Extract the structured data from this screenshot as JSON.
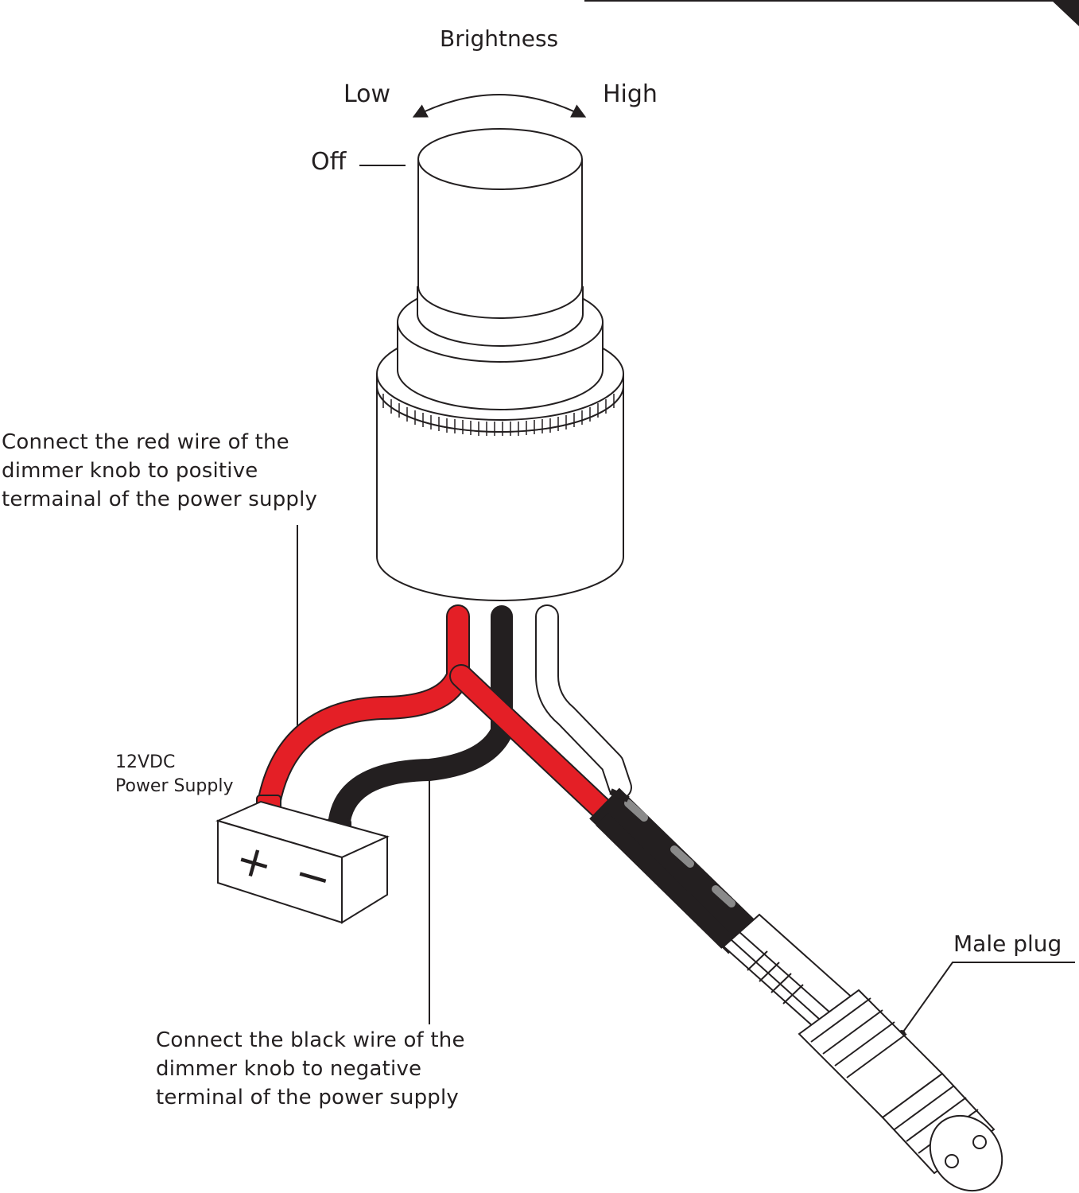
{
  "diagram": {
    "brightness": "Brightness",
    "low": "Low",
    "high": "High",
    "off": "Off",
    "red_note": [
      "Connect the red wire of the",
      "dimmer knob to positive",
      "termainal of the power supply"
    ],
    "power_supply": [
      "12VDC",
      "Power Supply"
    ],
    "black_note": [
      "Connect the black wire of the",
      "dimmer knob to negative",
      "terminal of the power supply"
    ],
    "male_plug": "Male plug",
    "plus_symbol": "+",
    "minus_symbol": "−"
  },
  "colors": {
    "red_wire": "#e41f26",
    "black_wire": "#231f20",
    "outline": "#231f20",
    "background": "#ffffff"
  },
  "icons": [
    "dimmer-knob-icon",
    "battery-icon",
    "male-plug-connector-icon",
    "rotation-arrow-icon"
  ]
}
